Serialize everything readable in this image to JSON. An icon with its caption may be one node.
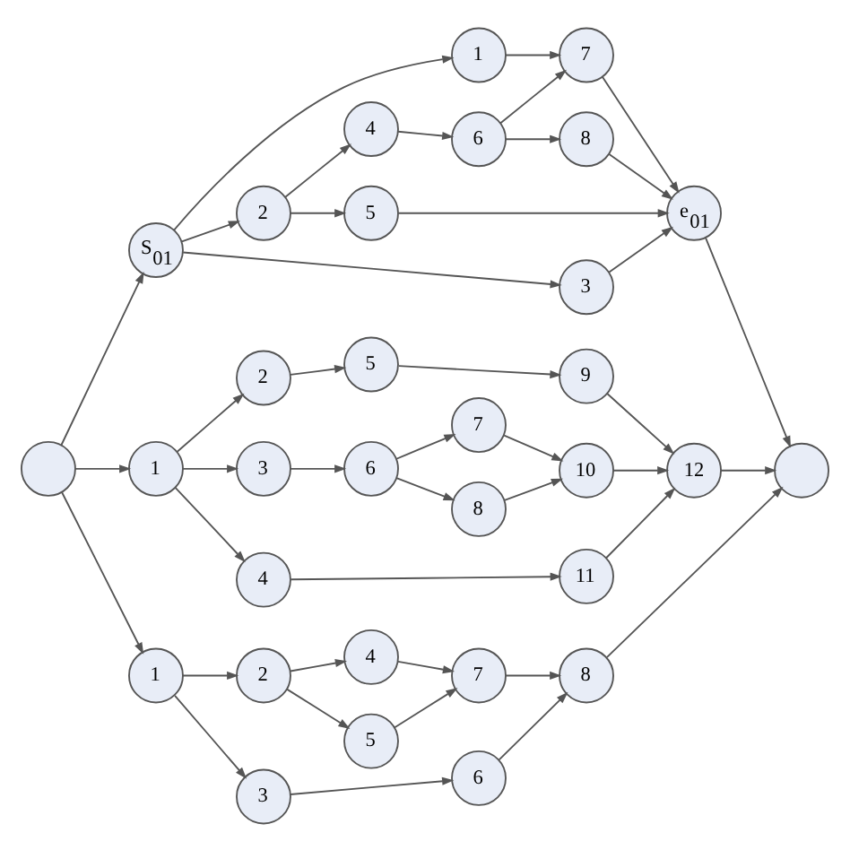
{
  "diagram": {
    "nodes": [
      {
        "text": [],
        "shape": "circle"
      },
      {
        "text": [
          "S$_{01}$"
        ]
      },
      {
        "text": [
          "1"
        ]
      },
      {
        "text": [
          "2"
        ]
      },
      {
        "text": [
          "3"
        ]
      },
      {
        "text": [
          "4"
        ]
      },
      {
        "text": [
          "5"
        ]
      },
      {
        "text": [
          "6"
        ]
      },
      {
        "text": [
          "7"
        ]
      },
      {
        "text": [
          "8"
        ]
      },
      {
        "text": [
          "e$_{01}$"
        ]
      },
      {
        "text": [
          "1"
        ]
      },
      {
        "text": [
          "2"
        ]
      },
      {
        "text": [
          "3"
        ]
      },
      {
        "text": [
          "4"
        ]
      },
      {
        "text": [
          "5"
        ]
      },
      {
        "text": [
          "6"
        ]
      },
      {
        "text": [
          "7"
        ]
      },
      {
        "text": [
          "8"
        ]
      },
      {
        "text": [
          "9"
        ]
      },
      {
        "text": [
          "10"
        ]
      },
      {
        "text": [
          "11"
        ]
      },
      {
        "text": [
          "12"
        ]
      },
      {
        "text": [
          "1"
        ]
      },
      {
        "text": [
          "2"
        ]
      },
      {
        "text": [
          "3"
        ]
      },
      {
        "text": [
          "4"
        ]
      },
      {
        "text": [
          "5"
        ]
      },
      {
        "text": [
          "6"
        ]
      },
      {
        "text": [
          "7"
        ]
      },
      {
        "text": [
          "8"
        ]
      },
      {
        "text": [],
        "shape": "circle"
      }
    ],
    "edges": [
      {
        "from": 0,
        "to": 1,
        "arrow": "to"
      },
      {
        "from": 1,
        "to": 2,
        "arrow": "to"
      },
      {
        "from": 1,
        "to": 3,
        "arrow": "to"
      },
      {
        "from": 1,
        "to": 4,
        "arrow": "to"
      },
      {
        "from": 3,
        "to": 5,
        "arrow": "to"
      },
      {
        "from": 3,
        "to": 6,
        "arrow": "to"
      },
      {
        "from": 5,
        "to": 7,
        "arrow": "to"
      },
      {
        "from": 7,
        "to": 8,
        "arrow": "to"
      },
      {
        "from": 7,
        "to": 9,
        "arrow": "to"
      },
      {
        "from": 2,
        "to": 8,
        "arrow": "to"
      },
      {
        "from": 8,
        "to": 10,
        "arrow": "to"
      },
      {
        "from": 9,
        "to": 10,
        "arrow": "to"
      },
      {
        "from": 6,
        "to": 10,
        "arrow": "to"
      },
      {
        "from": 4,
        "to": 10,
        "arrow": "to"
      },
      {
        "from": 10,
        "to": 31,
        "arrow": "to"
      },
      {
        "from": 0,
        "to": 11,
        "arrow": "to"
      },
      {
        "from": 11,
        "to": 12,
        "arrow": "to"
      },
      {
        "from": 11,
        "to": 13,
        "arrow": "to"
      },
      {
        "from": 11,
        "to": 14,
        "arrow": "to"
      },
      {
        "from": 12,
        "to": 15,
        "arrow": "to"
      },
      {
        "from": 15,
        "to": 19,
        "arrow": "to"
      },
      {
        "from": 13,
        "to": 16,
        "arrow": "to"
      },
      {
        "from": 16,
        "to": 17,
        "arrow": "to"
      },
      {
        "from": 16,
        "to": 18,
        "arrow": "to"
      },
      {
        "from": 17,
        "to": 20,
        "arrow": "to"
      },
      {
        "from": 18,
        "to": 20,
        "arrow": "to"
      },
      {
        "from": 19,
        "to": 22,
        "arrow": "to"
      },
      {
        "from": 20,
        "to": 22,
        "arrow": "to"
      },
      {
        "from": 14,
        "to": 21,
        "arrow": "to"
      },
      {
        "from": 21,
        "to": 22,
        "arrow": "to"
      },
      {
        "from": 22,
        "to": 31,
        "arrow": "to"
      },
      {
        "from": 0,
        "to": 23,
        "arrow": "to"
      },
      {
        "from": 23,
        "to": 24,
        "arrow": "to"
      },
      {
        "from": 23,
        "to": 25,
        "arrow": "to"
      },
      {
        "from": 24,
        "to": 26,
        "arrow": "to"
      },
      {
        "from": 24,
        "to": 27,
        "arrow": "to"
      },
      {
        "from": 26,
        "to": 29,
        "arrow": "to"
      },
      {
        "from": 27,
        "to": 29,
        "arrow": "to"
      },
      {
        "from": 25,
        "to": 28,
        "arrow": "to"
      },
      {
        "from": 28,
        "to": 30,
        "arrow": "to"
      },
      {
        "from": 29,
        "to": 30,
        "arrow": "to"
      },
      {
        "from": 30,
        "to": 31,
        "arrow": "to"
      }
    ]
  }
}
